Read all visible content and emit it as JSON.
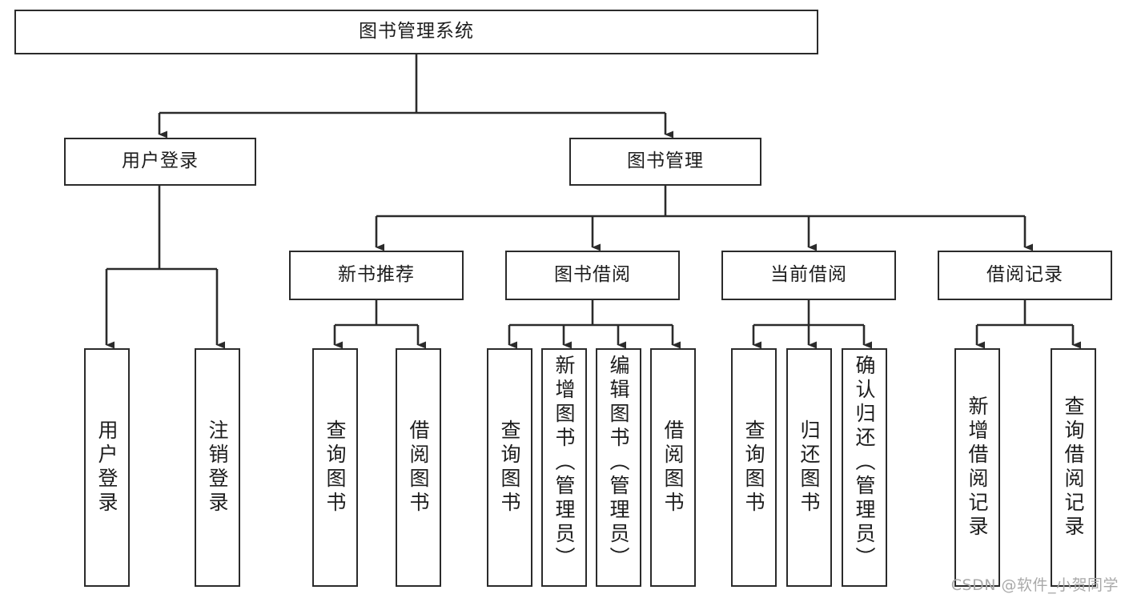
{
  "diagram": {
    "title": "图书管理系统",
    "type": "tree-hierarchy-diagram",
    "colors": {
      "box_border": "#2b2b2b",
      "box_fill": "#ffffff",
      "connector": "#2b2b2b",
      "text": "#1d1d1d",
      "watermark": "#a9a9a9",
      "background": "#ffffff"
    },
    "root": {
      "label": "图书管理系统"
    },
    "level2": [
      {
        "label": "用户登录"
      },
      {
        "label": "图书管理"
      }
    ],
    "level3": [
      {
        "label": "新书推荐"
      },
      {
        "label": "图书借阅"
      },
      {
        "label": "当前借阅"
      },
      {
        "label": "借阅记录"
      }
    ],
    "leaves": {
      "user_login": [
        {
          "label": "用户登录"
        },
        {
          "label": "注销登录"
        }
      ],
      "new_book_recommend": [
        {
          "label": "查询图书"
        },
        {
          "label": "借阅图书"
        }
      ],
      "book_borrow": [
        {
          "label": "查询图书"
        },
        {
          "label": "新增图书（管理员）"
        },
        {
          "label": "编辑图书（管理员）"
        },
        {
          "label": "借阅图书"
        }
      ],
      "current_borrow": [
        {
          "label": "查询图书"
        },
        {
          "label": "归还图书"
        },
        {
          "label": "确认归还（管理员）"
        }
      ],
      "borrow_record": [
        {
          "label": "新增借阅记录"
        },
        {
          "label": "查询借阅记录"
        }
      ]
    },
    "watermark": "CSDN @软件_小贺同学"
  }
}
